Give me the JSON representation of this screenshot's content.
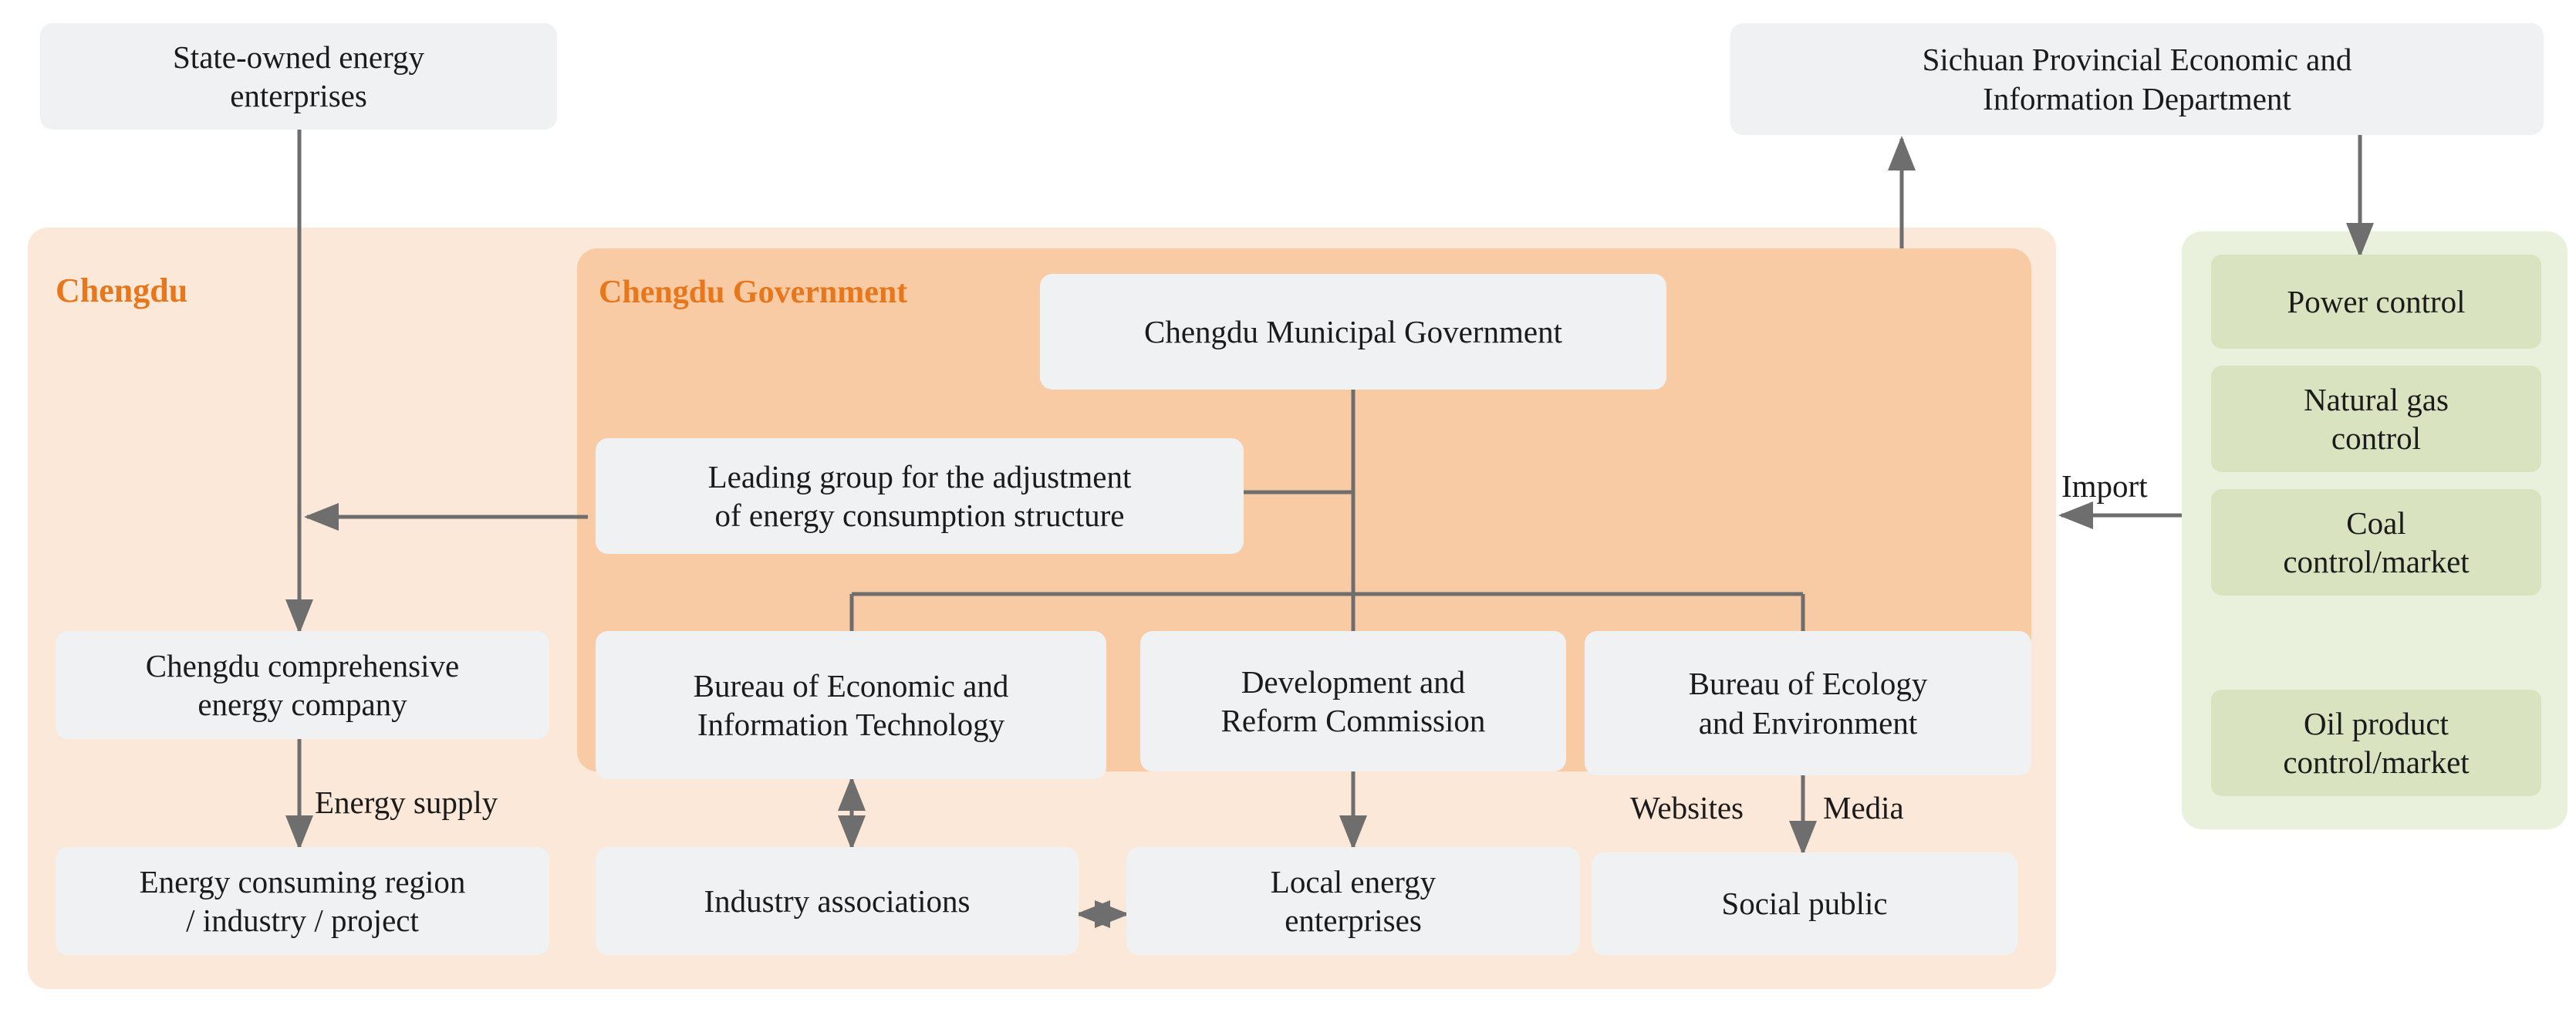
{
  "diagram": {
    "title": "Chengdu energy governance structure",
    "colors": {
      "region_chengdu_bg": "#fce8d8",
      "region_gov_bg": "#f8cba5",
      "region_green_bg": "#e9f0dc",
      "node_bg": "#f0f1f2",
      "node_green_bg": "#d9e3bf",
      "region_label": "#e8761a",
      "connector": "#6e6e6e",
      "text": "#1b1b1b"
    },
    "regions": [
      {
        "id": "chengdu",
        "label": "Chengdu"
      },
      {
        "id": "chengdu-government",
        "label": "Chengdu Government"
      },
      {
        "id": "import-panel",
        "label": ""
      }
    ],
    "nodes": [
      {
        "id": "state-owned-energy-enterprises",
        "label": "State-owned energy\nenterprises"
      },
      {
        "id": "sichuan-provincial-department",
        "label": "Sichuan Provincial Economic and\nInformation Department"
      },
      {
        "id": "chengdu-municipal-government",
        "label": "Chengdu Municipal Government"
      },
      {
        "id": "leading-group",
        "label": "Leading group for the adjustment\nof energy consumption structure"
      },
      {
        "id": "chengdu-comprehensive-energy-company",
        "label": "Chengdu comprehensive\nenergy company"
      },
      {
        "id": "bureau-of-economic-and-information-technology",
        "label": "Bureau of Economic and\nInformation Technology"
      },
      {
        "id": "development-and-reform-commission",
        "label": "Development and\nReform Commission"
      },
      {
        "id": "bureau-of-ecology-and-environment",
        "label": "Bureau of Ecology\nand Environment"
      },
      {
        "id": "energy-consuming-region",
        "label": "Energy consuming region\n/ industry / project"
      },
      {
        "id": "industry-associations",
        "label": "Industry associations"
      },
      {
        "id": "local-energy-enterprises",
        "label": "Local energy\nenterprises"
      },
      {
        "id": "social-public",
        "label": "Social public"
      },
      {
        "id": "power-control",
        "label": "Power control"
      },
      {
        "id": "natural-gas-control",
        "label": "Natural gas\ncontrol"
      },
      {
        "id": "coal-control-market",
        "label": "Coal\ncontrol/market"
      },
      {
        "id": "oil-product-control-market",
        "label": "Oil product\ncontrol/market"
      }
    ],
    "edge_labels": [
      {
        "id": "import",
        "label": "Import"
      },
      {
        "id": "energy-supply",
        "label": "Energy supply"
      },
      {
        "id": "websites",
        "label": "Websites"
      },
      {
        "id": "media",
        "label": "Media"
      }
    ],
    "edges": [
      {
        "from": "state-owned-energy-enterprises",
        "to": "chengdu-comprehensive-energy-company",
        "arrow": "end"
      },
      {
        "from": "leading-group",
        "to": "chengdu-comprehensive-energy-company",
        "arrow": "end"
      },
      {
        "from": "chengdu-municipal-government",
        "to": "leading-group",
        "arrow": "none"
      },
      {
        "from": "chengdu-municipal-government",
        "to": "bureau-of-economic-and-information-technology",
        "arrow": "none"
      },
      {
        "from": "chengdu-municipal-government",
        "to": "development-and-reform-commission",
        "arrow": "none"
      },
      {
        "from": "chengdu-municipal-government",
        "to": "bureau-of-ecology-and-environment",
        "arrow": "none"
      },
      {
        "from": "chengdu-government",
        "to": "sichuan-provincial-department",
        "arrow": "end"
      },
      {
        "from": "sichuan-provincial-department",
        "to": "power-control",
        "arrow": "end"
      },
      {
        "from": "import-panel",
        "to": "chengdu",
        "arrow": "end",
        "label": "Import"
      },
      {
        "from": "chengdu-comprehensive-energy-company",
        "to": "energy-consuming-region",
        "arrow": "end",
        "label": "Energy supply"
      },
      {
        "from": "bureau-of-economic-and-information-technology",
        "to": "industry-associations",
        "arrow": "both"
      },
      {
        "from": "development-and-reform-commission",
        "to": "local-energy-enterprises",
        "arrow": "end"
      },
      {
        "from": "industry-associations",
        "to": "local-energy-enterprises",
        "arrow": "both"
      },
      {
        "from": "bureau-of-ecology-and-environment",
        "to": "social-public",
        "arrow": "end"
      }
    ]
  }
}
